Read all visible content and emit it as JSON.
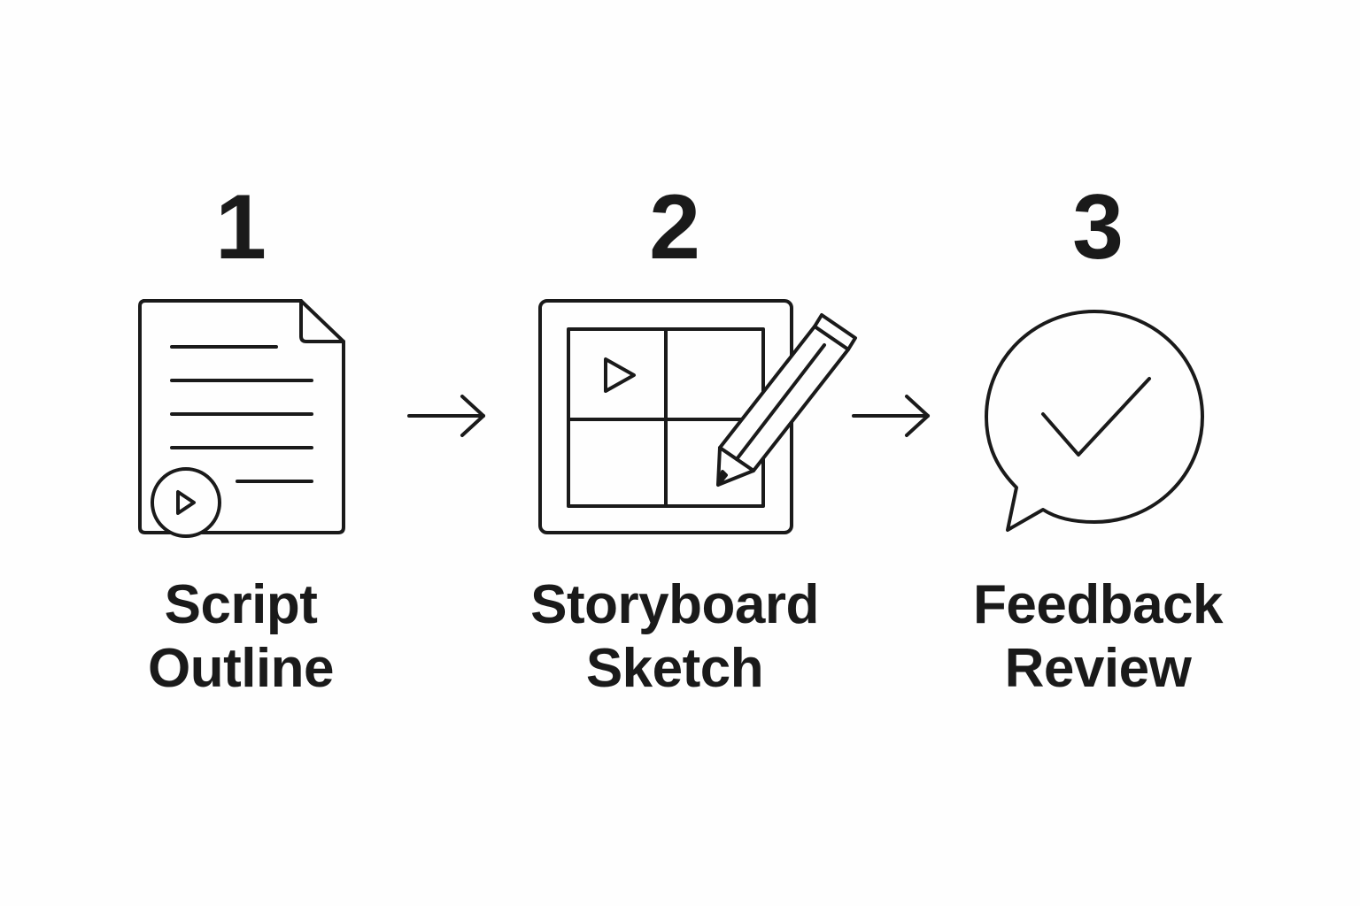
{
  "steps": [
    {
      "number": "1",
      "label_line1": "Script",
      "label_line2": "Outline",
      "icon": "script-document-icon"
    },
    {
      "number": "2",
      "label_line1": "Storyboard",
      "label_line2": "Sketch",
      "icon": "storyboard-pencil-icon"
    },
    {
      "number": "3",
      "label_line1": "Feedback",
      "label_line2": "Review",
      "icon": "chat-checkmark-icon"
    }
  ],
  "connectors": [
    "arrow-right-icon",
    "arrow-right-icon"
  ],
  "colors": {
    "ink": "#1a1a1a",
    "background": "#fefefe"
  }
}
